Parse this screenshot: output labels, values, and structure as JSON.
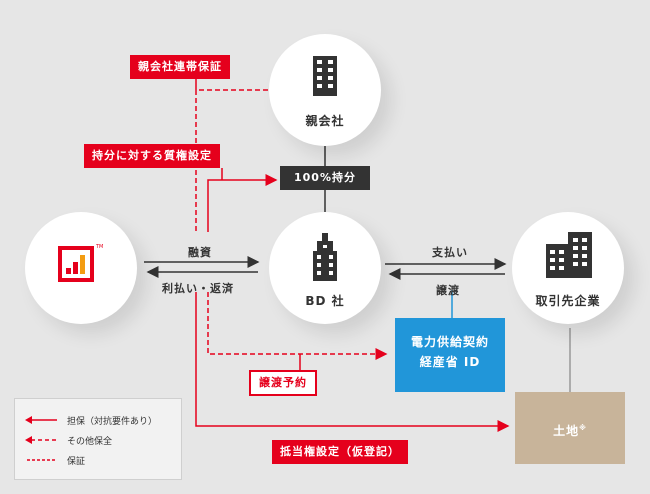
{
  "nodes": {
    "parent": {
      "label": "親会社"
    },
    "bd": {
      "label": "BD 社"
    },
    "supplier": {
      "label": "取引先企業"
    },
    "land": {
      "label": "土地",
      "mark": "※"
    },
    "ownership": {
      "label": "100%持分"
    },
    "contract": {
      "line1": "電力供給契約",
      "line2": "経産省 ID"
    },
    "lender_logo_mark": "TM"
  },
  "tags": {
    "parent_guarantee": "親会社連帯保証",
    "pledge": "持分に対する質権設定",
    "transfer_reservation": "譲渡予約",
    "mortgage": "抵当権設定（仮登記）"
  },
  "flows": {
    "financing": "融資",
    "interest": "利払い・返済",
    "payment": "支払い",
    "assignment": "譲渡"
  },
  "legend": {
    "items": [
      {
        "label": "担保（対抗要件あり）"
      },
      {
        "label": "その他保全"
      },
      {
        "label": "保証"
      }
    ]
  },
  "colors": {
    "red": "#e5001c",
    "blue": "#2196d9",
    "dark": "#333333",
    "land": "#c8b49a"
  }
}
